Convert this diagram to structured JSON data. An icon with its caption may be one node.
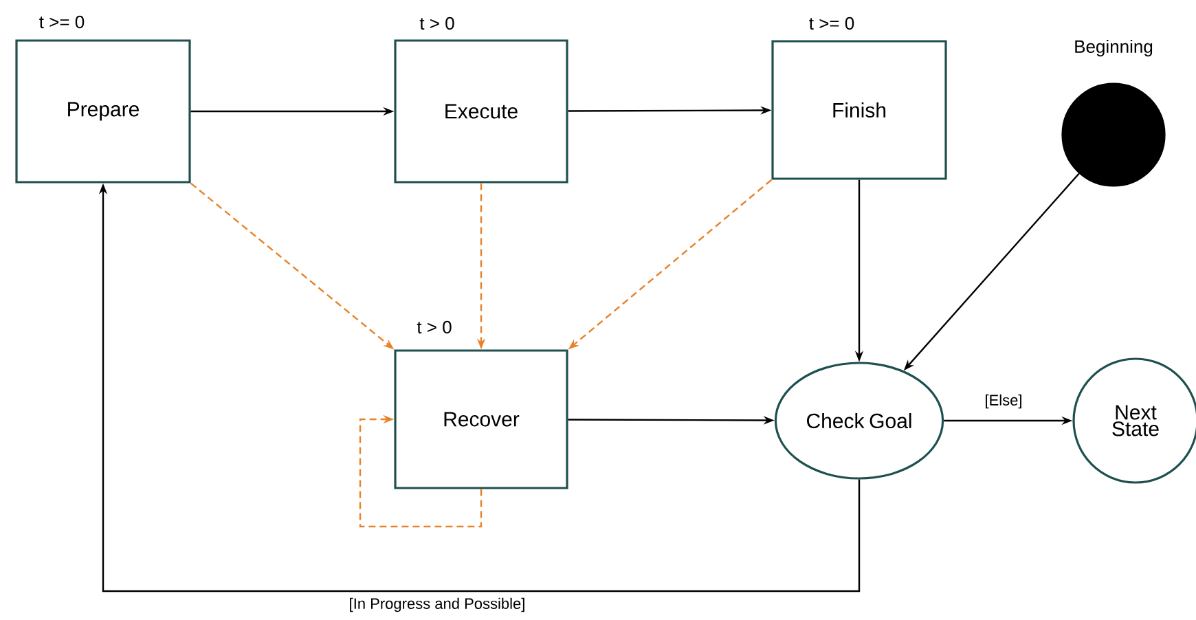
{
  "diagram": {
    "nodes": [
      {
        "text": [
          "Prepare"
        ],
        "beside": [
          "t >= 0"
        ]
      },
      {
        "text": [
          "Execute"
        ],
        "beside": [
          "t > 0"
        ]
      },
      {
        "text": [
          "Finish"
        ],
        "beside": [
          "t >= 0"
        ]
      },
      {
        "text": [],
        "shape": "circle",
        "beside": [
          "Beginning"
        ]
      },
      {
        "text": [
          "Recover"
        ],
        "beside": [
          "t > 0"
        ]
      },
      {
        "text": [
          "Check Goal"
        ]
      },
      {
        "text": [
          "Next State"
        ]
      }
    ],
    "edges": [
      {
        "from": 0,
        "to": 1,
        "arrow": "to"
      },
      {
        "from": 1,
        "to": 2,
        "arrow": "to"
      },
      {
        "from": 2,
        "to": 5,
        "arrow": "to"
      },
      {
        "from": 3,
        "to": 5,
        "arrow": "to"
      },
      {
        "from": 4,
        "to": 5,
        "arrow": "to"
      },
      {
        "from": 5,
        "to": 6,
        "arrow": "to",
        "label": "[Else]"
      },
      {
        "from": 5,
        "to": 0,
        "arrow": "to",
        "label": "[In Progress and Possible]"
      },
      {
        "from": 0,
        "to": 4,
        "arrow": "to",
        "style": "dashed",
        "color": "#e8822a"
      },
      {
        "from": 1,
        "to": 4,
        "arrow": "to",
        "style": "dashed",
        "color": "#e8822a"
      },
      {
        "from": 2,
        "to": 4,
        "arrow": "to",
        "style": "dashed",
        "color": "#e8822a"
      },
      {
        "from": 4,
        "to": 4,
        "arrow": "to",
        "style": "dashed",
        "color": "#e8822a"
      }
    ]
  }
}
